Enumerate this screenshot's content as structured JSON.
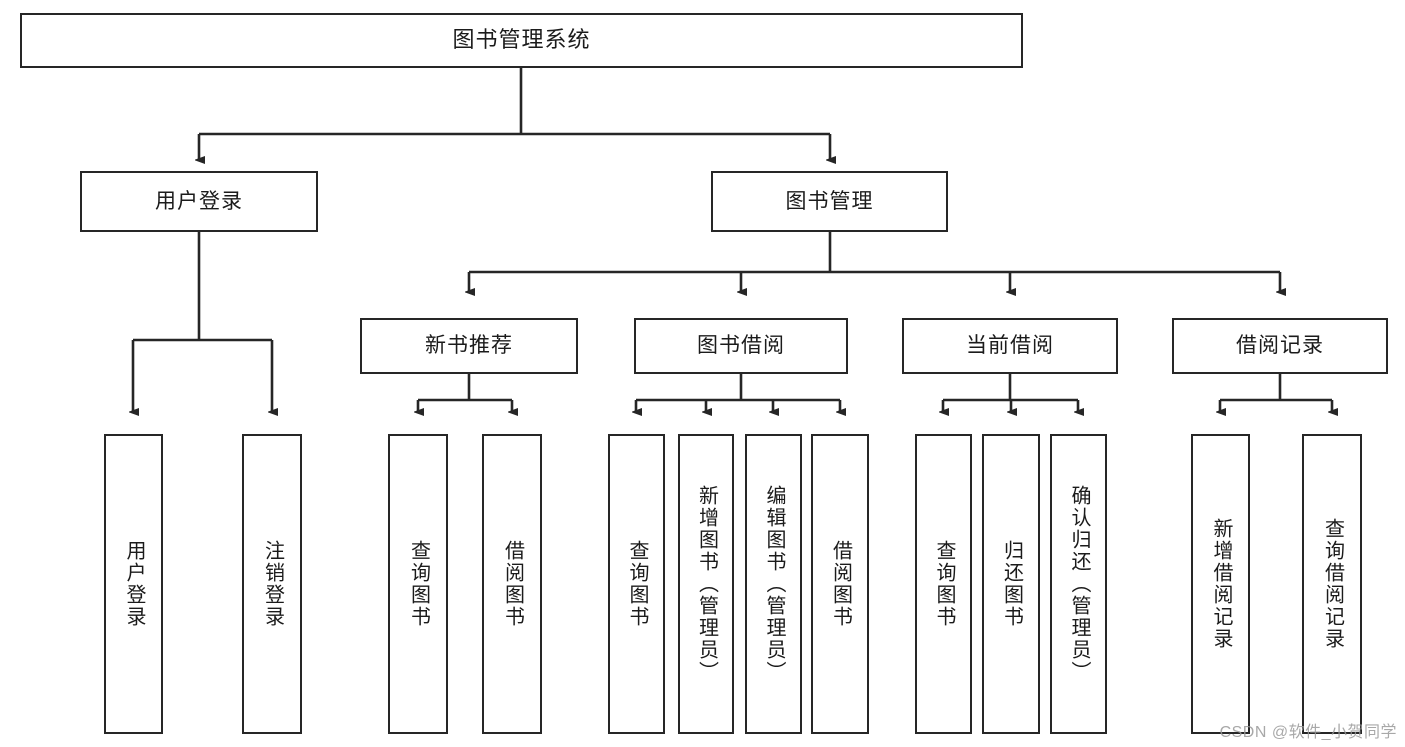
{
  "diagram": {
    "title": "图书管理系统",
    "type": "tree-hierarchy",
    "root": {
      "label": "图书管理系统"
    },
    "level2": [
      {
        "label": "用户登录"
      },
      {
        "label": "图书管理"
      }
    ],
    "level3": [
      {
        "label": "新书推荐"
      },
      {
        "label": "图书借阅"
      },
      {
        "label": "当前借阅"
      },
      {
        "label": "借阅记录"
      }
    ],
    "leaves": {
      "user_login": [
        {
          "label": "用户登录"
        },
        {
          "label": "注销登录"
        }
      ],
      "new_book_recommend": [
        {
          "label": "查询图书"
        },
        {
          "label": "借阅图书"
        }
      ],
      "book_borrow": [
        {
          "label": "查询图书"
        },
        {
          "label": "新增图书（管理员）"
        },
        {
          "label": "编辑图书（管理员）"
        },
        {
          "label": "借阅图书"
        }
      ],
      "current_borrow": [
        {
          "label": "查询图书"
        },
        {
          "label": "归还图书"
        },
        {
          "label": "确认归还（管理员）"
        }
      ],
      "borrow_record": [
        {
          "label": "新增借阅记录"
        },
        {
          "label": "查询借阅记录"
        }
      ]
    }
  },
  "watermark": {
    "text": "CSDN @软件_小贺同学"
  },
  "colors": {
    "border": "#262626",
    "text": "#1b1b1b",
    "background": "#ffffff",
    "watermark": "#9a9a9a"
  }
}
